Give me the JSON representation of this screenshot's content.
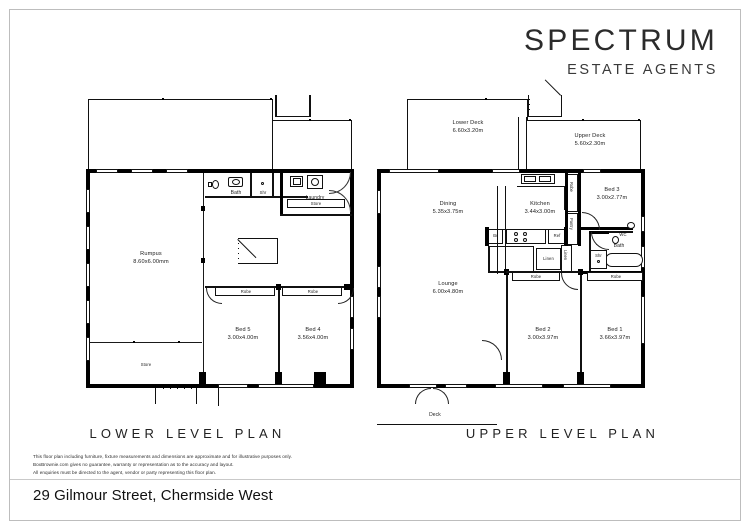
{
  "brand": {
    "name": "SPECTRUM",
    "tagline": "ESTATE AGENTS"
  },
  "address": "29 Gilmour Street, Chermside West",
  "disclaimer": {
    "line1": "This floor plan including furniture, fixture measurements and dimensions are approximate and for illustrative purposes only.",
    "line2": "BoxBrownie.com gives no guarantee, warranty or representation as to the accuracy and layout.",
    "line3": "All enquiries must be directed to the agent, vendor or party representing this floor plan."
  },
  "plans": {
    "lower": {
      "title": "LOWER LEVEL PLAN",
      "rooms": [
        {
          "name": "Rumpus",
          "dim": "8.60x6.00mm"
        },
        {
          "name": "Bed 5",
          "dim": "3.00x4.00m"
        },
        {
          "name": "Bed 4",
          "dim": "3.56x4.00m"
        }
      ],
      "labels": {
        "bath": "Bath",
        "shower": "Shr",
        "laundry": "Laundry",
        "store_laundry": "Store",
        "store_rumpus": "Store",
        "robe_bed5": "Robe",
        "robe_bed4": "Robe"
      }
    },
    "upper": {
      "title": "UPPER LEVEL PLAN",
      "rooms": [
        {
          "name": "Lower Deck",
          "dim": "6.60x3.20m"
        },
        {
          "name": "Upper Deck",
          "dim": "5.60x2.30m"
        },
        {
          "name": "Dining",
          "dim": "5.35x3.75m"
        },
        {
          "name": "Kitchen",
          "dim": "3.44x3.00m"
        },
        {
          "name": "Lounge",
          "dim": "6.00x4.80m"
        },
        {
          "name": "Bed 3",
          "dim": "3.00x2.77m"
        },
        {
          "name": "Bed 2",
          "dim": "3.00x3.97m"
        },
        {
          "name": "Bed 1",
          "dim": "3.66x3.97m"
        }
      ],
      "labels": {
        "deck": "Deck",
        "bath": "Bath",
        "wc": "WC",
        "shower": "Shr",
        "pantry": "Pantry",
        "robe_top": "Robe",
        "robe_bath": "Robe",
        "robe_bed2": "Robe",
        "linen_h": "Linen",
        "linen_v": "Linen",
        "fridge": "Ref",
        "broom": "Br"
      }
    }
  }
}
